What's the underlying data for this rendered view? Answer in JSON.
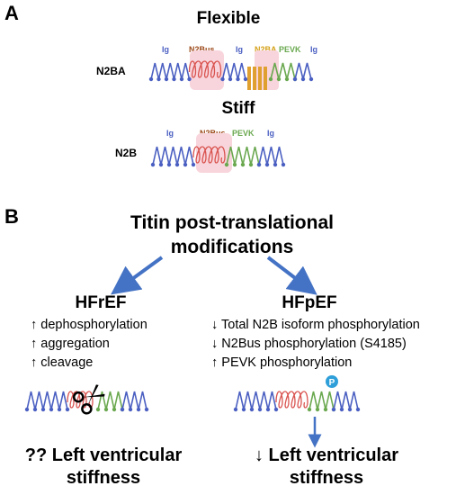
{
  "panel_a": {
    "label": "A",
    "flexible_title": "Flexible",
    "stiff_title": "Stiff",
    "n2ba": {
      "row_label": "N2BA",
      "segments": [
        "Ig",
        "N2Bus",
        "Ig",
        "N2BA",
        "PEVK",
        "Ig"
      ]
    },
    "n2b": {
      "row_label": "N2B",
      "segments": [
        "Ig",
        "N2Bus",
        "PEVK",
        "Ig"
      ]
    }
  },
  "panel_b": {
    "label": "B",
    "title_line1": "Titin post-translational",
    "title_line2": "modifications",
    "hfref": {
      "name": "HFrEF",
      "effects": [
        "↑ dephosphorylation",
        "↑ aggregation",
        "↑ cleavage"
      ],
      "outcome_line1": "?? Left ventricular",
      "outcome_line2": "stiffness"
    },
    "hfpef": {
      "name": "HFpEF",
      "effects": [
        "↓ Total N2B isoform phosphorylation",
        "↓ N2Bus phosphorylation (S4185)",
        "↑ PEVK phosphorylation"
      ],
      "phospho_marker": "P",
      "outcome_line1": "↓ Left ventricular",
      "outcome_line2": "stiffness"
    }
  },
  "colors": {
    "ig_blue": "#4a5fc1",
    "n2bus_coil": "#d9534f",
    "n2bus_highlight": "#f8d5dc",
    "n2ba_orange": "#e0a030",
    "pevk_green": "#6aa84f",
    "arrow_blue": "#4472c4",
    "label_blue": "#4a5fc1",
    "label_brown": "#9c4a1a",
    "label_orange": "#d4a017",
    "label_green": "#6aa84f",
    "phospho_blue": "#2e9fd9"
  }
}
